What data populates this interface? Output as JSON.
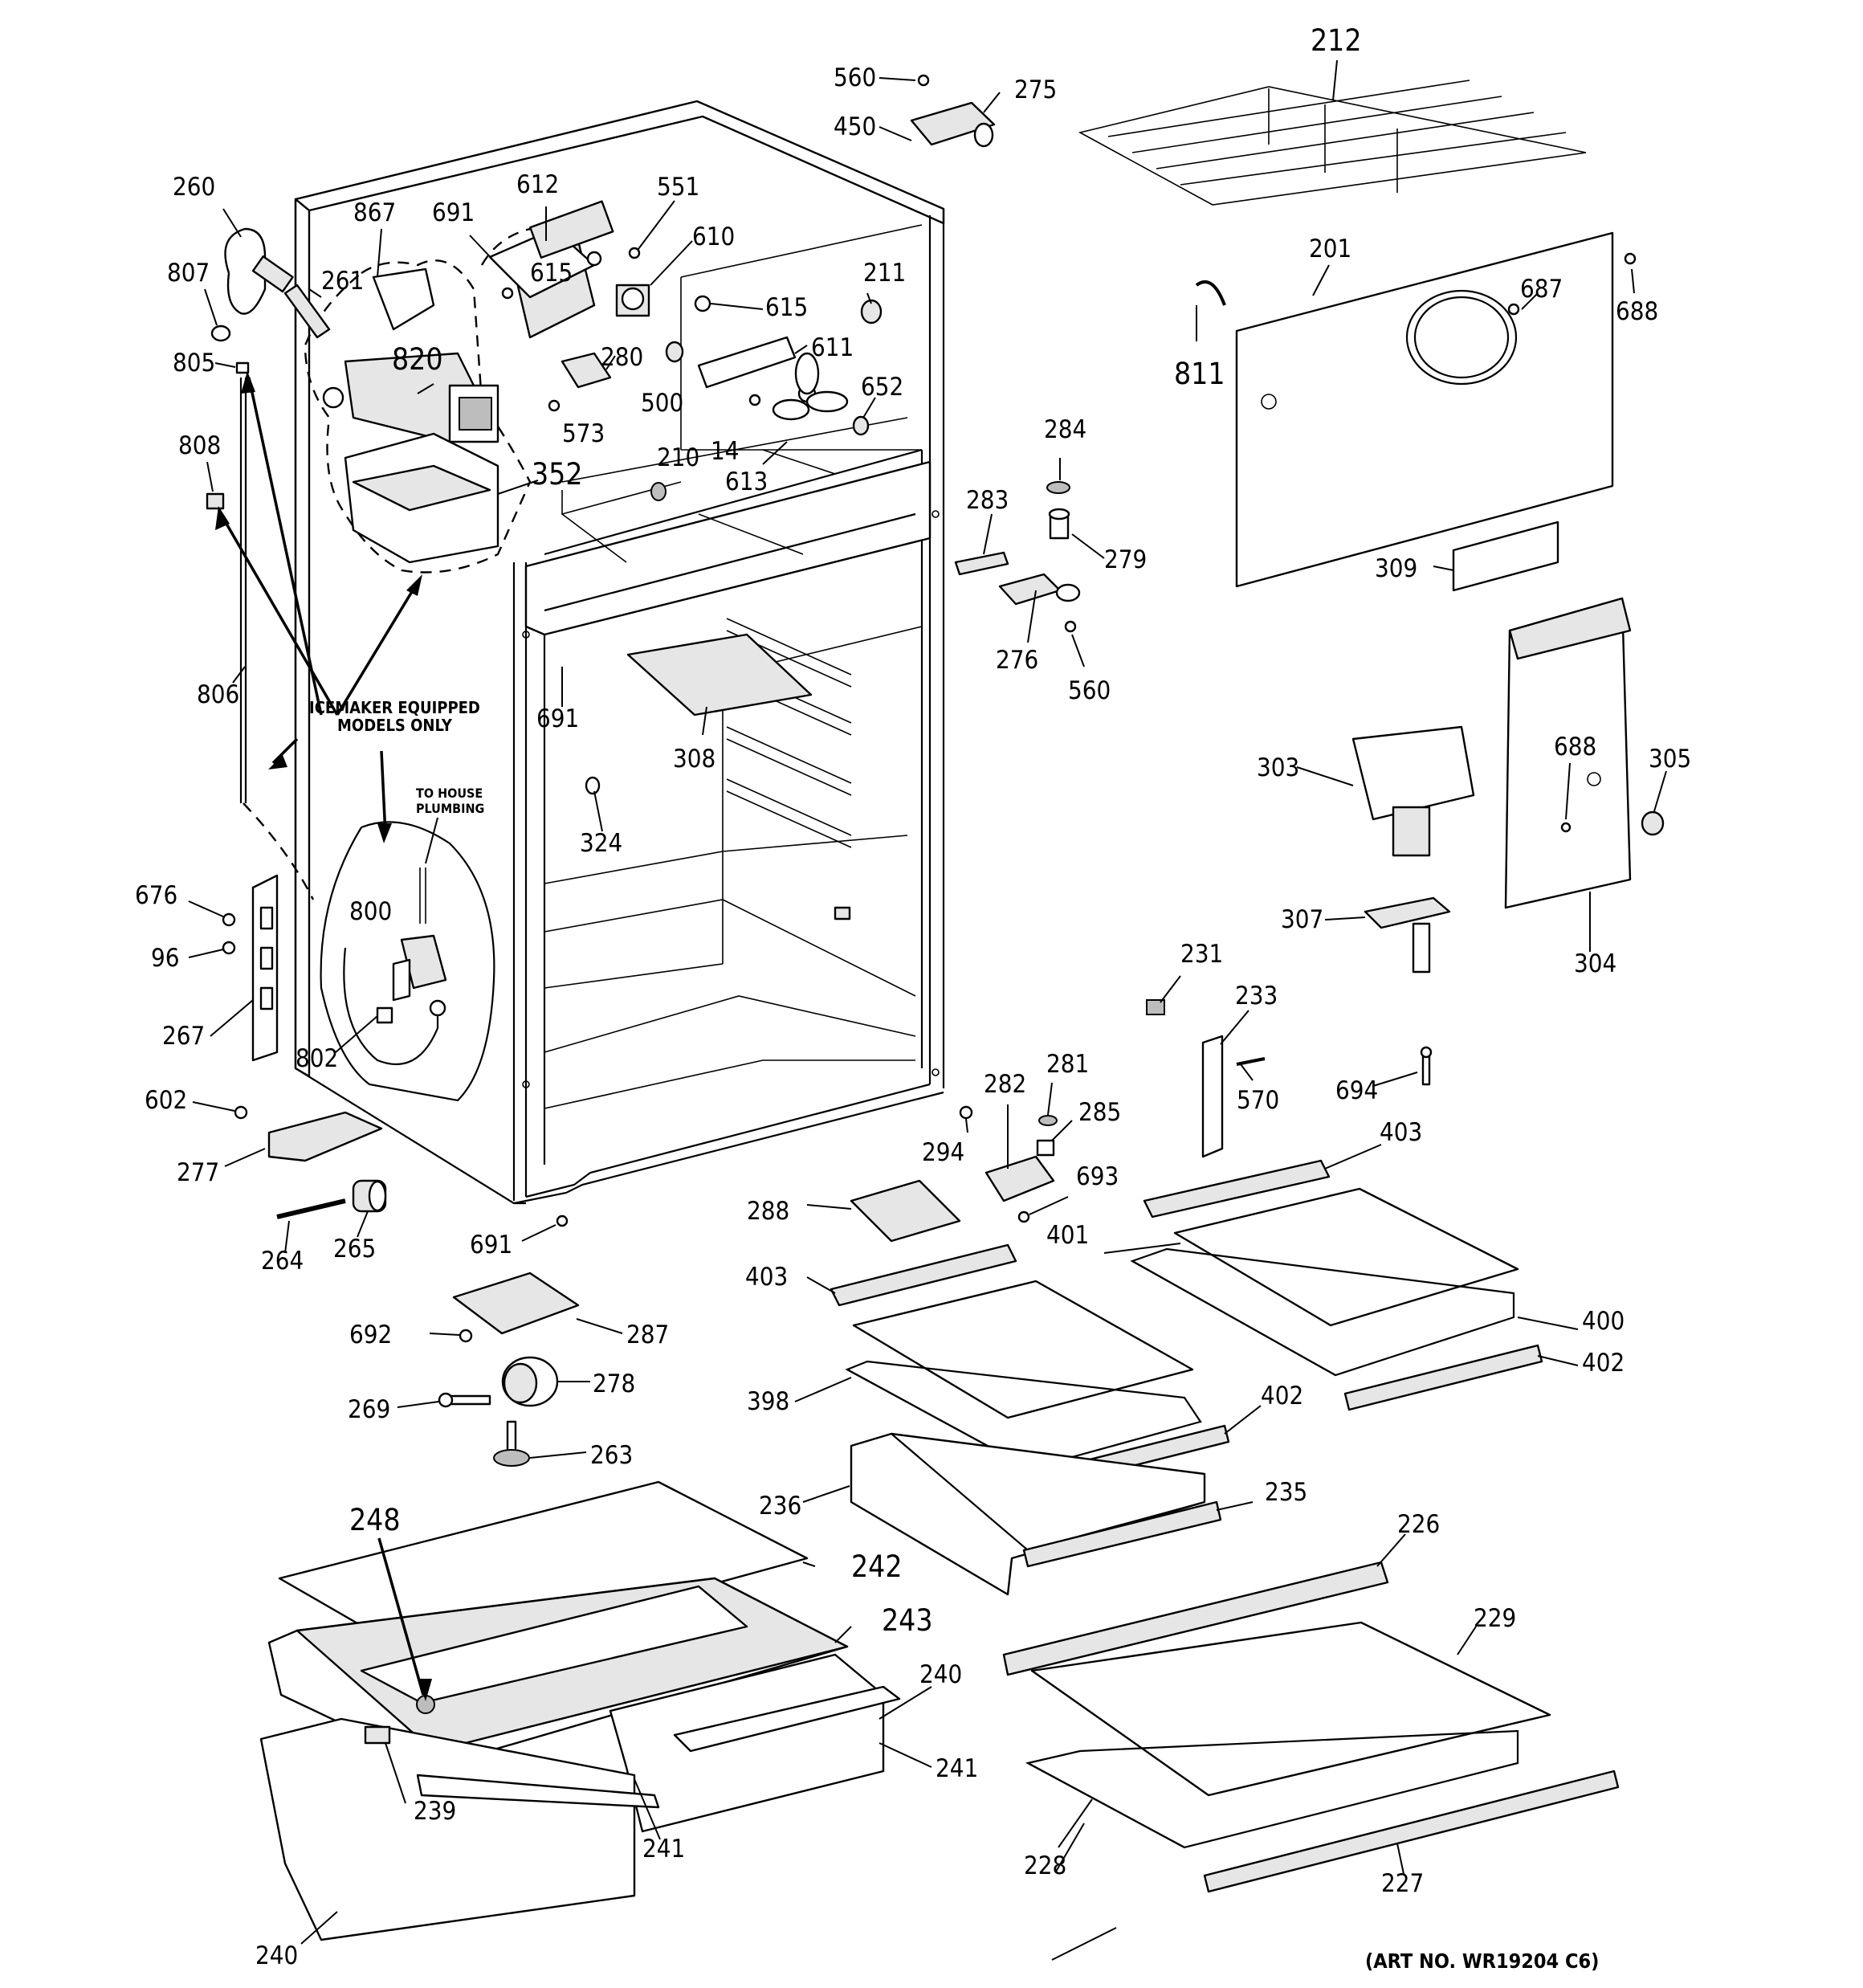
{
  "art_number": "(ART NO. WR19204 C6)",
  "notes": {
    "icemaker_line1": "ICEMAKER EQUIPPED",
    "icemaker_line2": "MODELS ONLY",
    "plumbing_line1": "TO HOUSE",
    "plumbing_line2": "PLUMBING"
  },
  "labels": {
    "p560a": "560",
    "p275": "275",
    "p450": "450",
    "p212": "212",
    "p260": "260",
    "p867": "867",
    "p691a": "691",
    "p612": "612",
    "p551": "551",
    "p610": "610",
    "p615a": "615",
    "p807": "807",
    "p261": "261",
    "p211": "211",
    "p615b": "615",
    "p611": "611",
    "p805": "805",
    "p820": "820",
    "p280": "280",
    "p500": "500",
    "p573": "573",
    "p14": "14",
    "p652": "652",
    "p808": "808",
    "p352": "352",
    "p210": "210",
    "p613": "613",
    "p201": "201",
    "p811": "811",
    "p687": "687",
    "p688a": "688",
    "p284": "284",
    "p283": "283",
    "p279": "279",
    "p309": "309",
    "p276": "276",
    "p560b": "560",
    "p806": "806",
    "p691b": "691",
    "p308": "308",
    "p324": "324",
    "p303": "303",
    "p688b": "688",
    "p305": "305",
    "p676": "676",
    "p96": "96",
    "p800": "800",
    "p267": "267",
    "p802": "802",
    "p307": "307",
    "p304": "304",
    "p231": "231",
    "p233": "233",
    "p570": "570",
    "p694": "694",
    "p602": "602",
    "p277": "277",
    "p282": "282",
    "p281": "281",
    "p285": "285",
    "p294": "294",
    "p693": "693",
    "p403a": "403",
    "p288": "288",
    "p264": "264",
    "p265": "265",
    "p691c": "691",
    "p401": "401",
    "p403b": "403",
    "p400": "400",
    "p402a": "402",
    "p692": "692",
    "p287": "287",
    "p278": "278",
    "p269": "269",
    "p398": "398",
    "p402b": "402",
    "p263": "263",
    "p236": "236",
    "p235": "235",
    "p248": "248",
    "p242": "242",
    "p226": "226",
    "p243": "243",
    "p229": "229",
    "p240a": "240",
    "p241a": "241",
    "p239": "239",
    "p241b": "241",
    "p228": "228",
    "p227": "227",
    "p240b": "240"
  }
}
